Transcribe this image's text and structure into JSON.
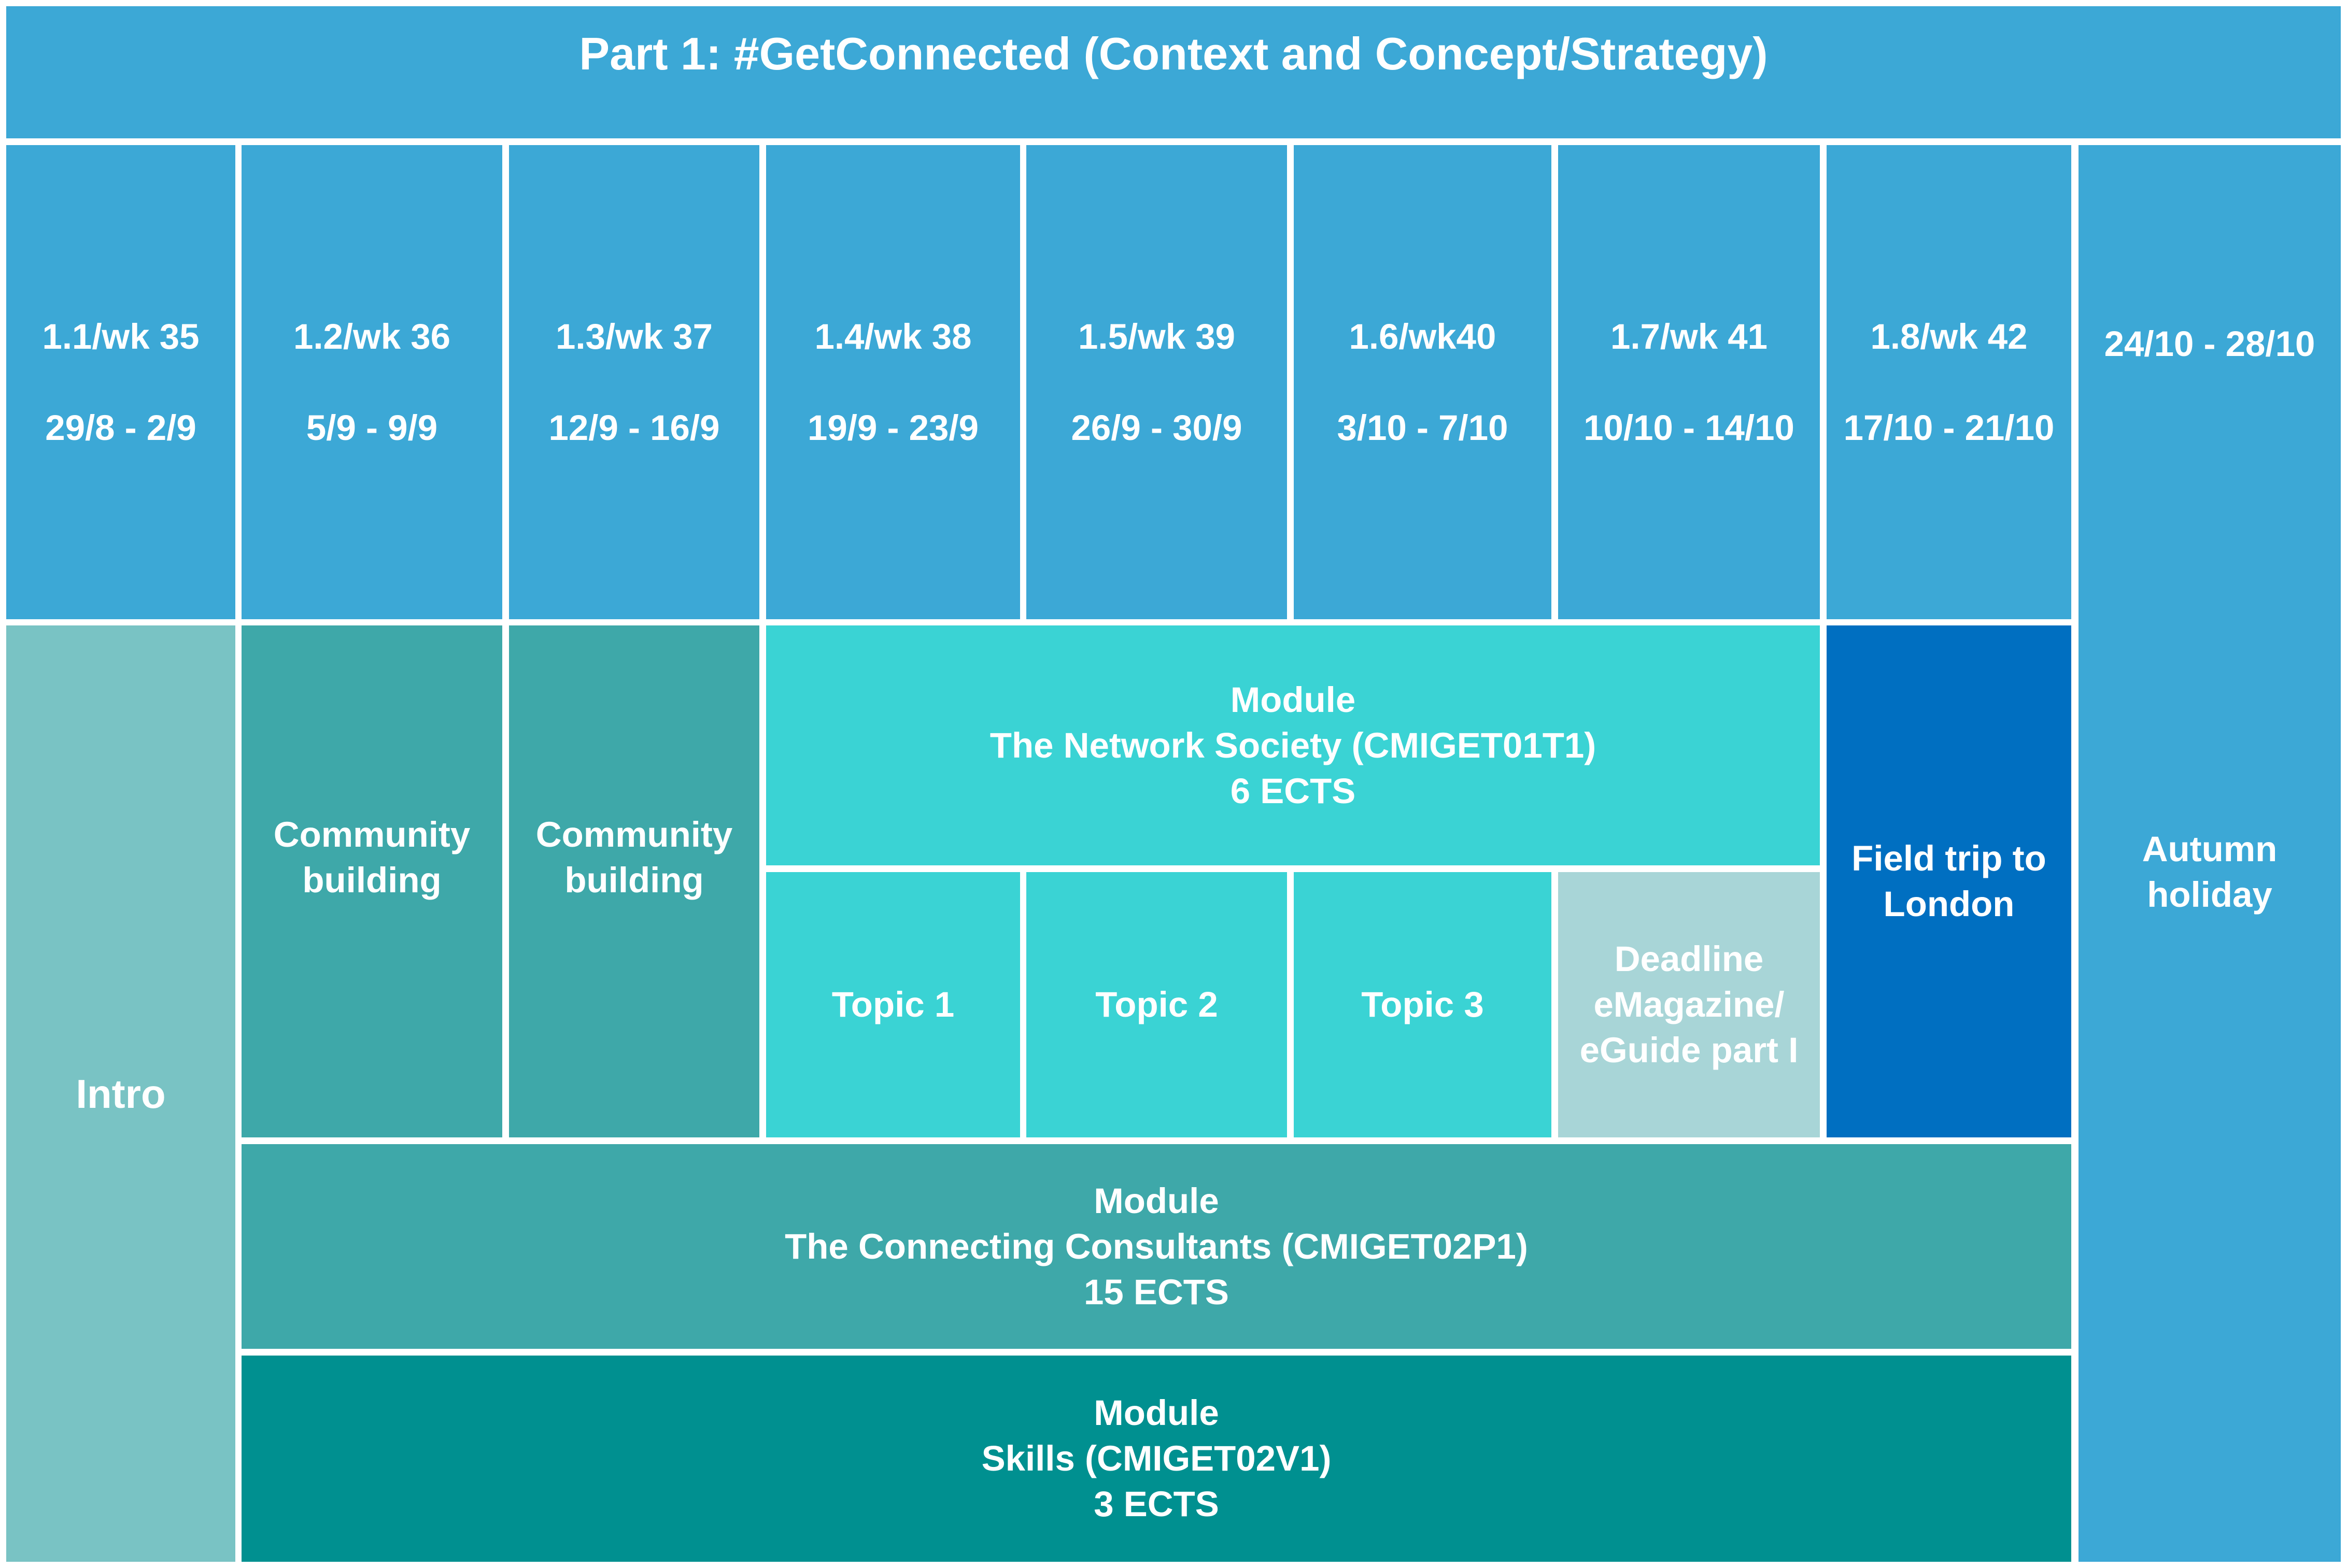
{
  "title": "Part 1: #GetConnected (Context and Concept/Strategy)",
  "weeks": [
    {
      "label": "1.1/wk 35",
      "dates": "29/8 - 2/9"
    },
    {
      "label": "1.2/wk 36",
      "dates": "5/9 - 9/9"
    },
    {
      "label": "1.3/wk 37",
      "dates": "12/9 - 16/9"
    },
    {
      "label": "1.4/wk 38",
      "dates": "19/9 - 23/9"
    },
    {
      "label": "1.5/wk 39",
      "dates": "26/9 - 30/9"
    },
    {
      "label": "1.6/wk40",
      "dates": "3/10 - 7/10"
    },
    {
      "label": "1.7/wk 41",
      "dates": "10/10 - 14/10"
    },
    {
      "label": "1.8/wk 42",
      "dates": "17/10 - 21/10"
    }
  ],
  "autumn": {
    "dates": "24/10 - 28/10",
    "label": "Autumn\nholiday"
  },
  "intro": "Intro",
  "community_building_1": "Community\nbuilding",
  "community_building_2": "Community\nbuilding",
  "network_society": "Module\nThe Network Society (CMIGET01T1)\n6 ECTS",
  "topics": [
    "Topic 1",
    "Topic 2",
    "Topic 3"
  ],
  "deadline": "Deadline\neMagazine/\neGuide part I",
  "field_trip": "Field trip to\nLondon",
  "connecting_consultants": "Module\nThe Connecting Consultants (CMIGET02P1)\n15 ECTS",
  "skills": "Module\nSkills (CMIGET02V1)\n3 ECTS"
}
